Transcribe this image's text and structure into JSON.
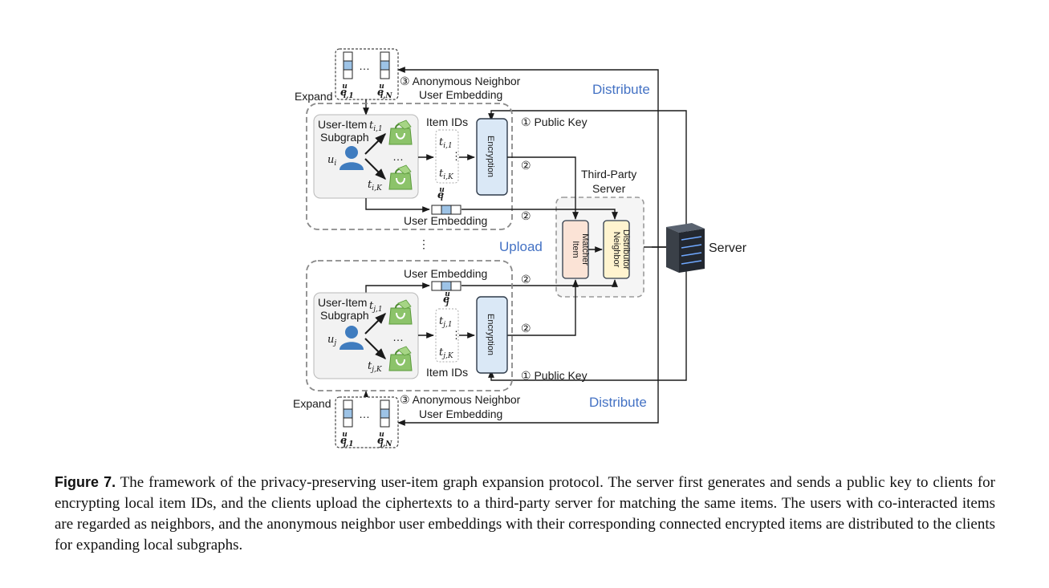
{
  "diagram": {
    "colors": {
      "blue_label": "#4472c4",
      "encryption_fill": "#dae8f6",
      "matcher_fill": "#fbe3d6",
      "distributor_fill": "#fff4cf",
      "bag_fill": "#8cc36a",
      "user_fill": "#3f7cbf"
    },
    "top_client": {
      "expand": "Expand",
      "anon_label_1": "③ Anonymous Neighbor",
      "anon_label_2": "User Embedding",
      "subgraph_1": "User-Item",
      "subgraph_2": "Subgraph",
      "item_ids": "Item IDs",
      "encryption": "Encryption",
      "user_embedding": "User Embedding",
      "public_key": "① Public Key",
      "step2_a": "②",
      "step2_b": "②",
      "dots_emb": "…",
      "dots_items": "…",
      "dots_ids": "⋮",
      "user_var": "u",
      "user_sub": "i",
      "t1": "t",
      "t1_sub": "i,1",
      "tk": "t",
      "tk_sub": "i,K",
      "id1": "t",
      "id1_sub": "i,1",
      "idk": "t",
      "idk_sub": "i,K",
      "emb": "e",
      "emb_sup": "u",
      "emb_sub": "i",
      "n1": "e",
      "n1_sup": "u",
      "n1_sub": "i,1",
      "nn": "e",
      "nn_sup": "u",
      "nn_sub": "i,N"
    },
    "bottom_client": {
      "expand": "Expand",
      "anon_label_1": "③ Anonymous Neighbor",
      "anon_label_2": "User Embedding",
      "subgraph_1": "User-Item",
      "subgraph_2": "Subgraph",
      "item_ids": "Item IDs",
      "encryption": "Encryption",
      "user_embedding": "User Embedding",
      "public_key": "① Public Key",
      "step2_a": "②",
      "step2_b": "②",
      "dots_emb": "…",
      "dots_items": "…",
      "dots_ids": "⋮",
      "user_var": "u",
      "user_sub": "j",
      "t1": "t",
      "t1_sub": "j,1",
      "tk": "t",
      "tk_sub": "j,K",
      "id1": "t",
      "id1_sub": "j,1",
      "idk": "t",
      "idk_sub": "j,K",
      "emb": "e",
      "emb_sup": "u",
      "emb_sub": "j",
      "n1": "e",
      "n1_sup": "u",
      "n1_sub": "j,1",
      "nn": "e",
      "nn_sup": "u",
      "nn_sub": "j,N"
    },
    "between_dots": "⋮",
    "upload": "Upload",
    "distribute_top": "Distribute",
    "distribute_bottom": "Distribute",
    "third_party_1": "Third-Party",
    "third_party_2": "Server",
    "item_matcher_1": "Item",
    "item_matcher_2": "Matcher",
    "neighbor_distributor_1": "Neighbor",
    "neighbor_distributor_2": "Distributor",
    "server": "Server",
    "icons": [
      "user-icon",
      "shopping-bag-icon",
      "server-icon",
      "embedding-vector-icon"
    ]
  },
  "caption": {
    "figure_label": "Figure 7.",
    "text": "The framework of the privacy-preserving user-item graph expansion protocol. The server first generates and sends a public key to clients for encrypting local item IDs, and the clients upload the ciphertexts to a third-party server for matching the same items. The users with co-interacted items are regarded as neighbors, and the anonymous neighbor user embeddings with their corresponding connected encrypted items are distributed to the clients for expanding local subgraphs."
  }
}
